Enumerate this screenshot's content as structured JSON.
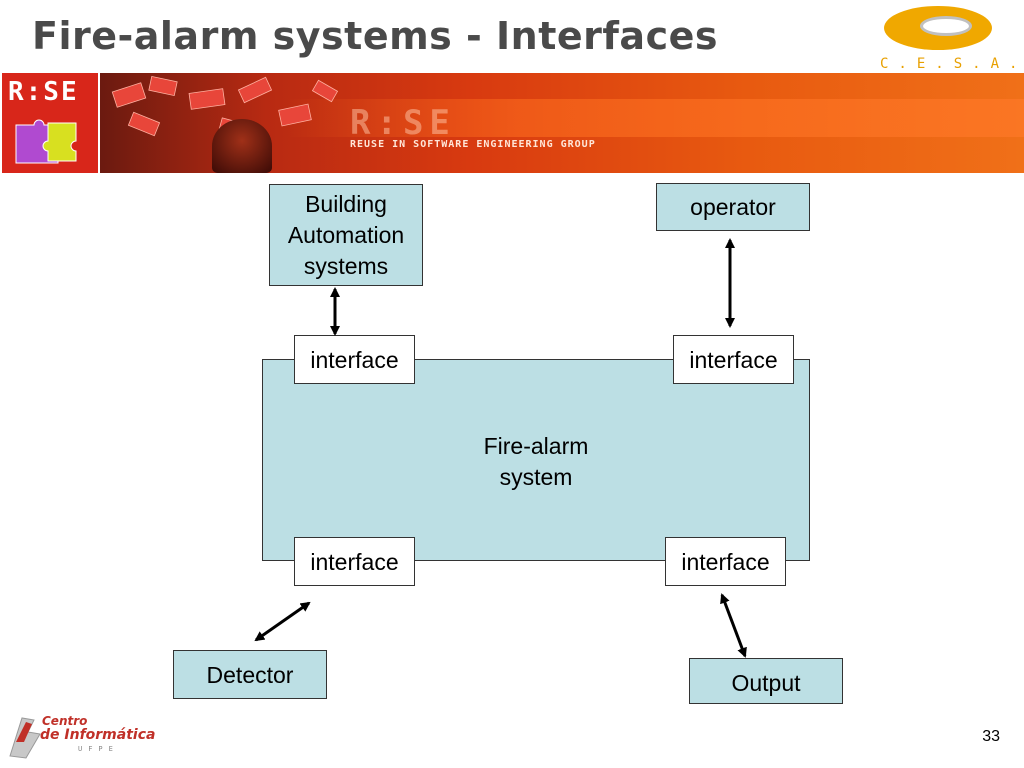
{
  "slide": {
    "title": "Fire-alarm systems - Interfaces",
    "page_number": "33"
  },
  "logos": {
    "cesar": "C.E.S.A.R",
    "rise": "R:SE",
    "rise_tagline": "REUSE IN SOFTWARE ENGINEERING GROUP",
    "centro_line1": "Centro",
    "centro_line2": "de Informática",
    "centro_line3": "UFPE"
  },
  "colors": {
    "box_fill": "#bcdfe4",
    "interface_fill": "#ffffff",
    "banner_red": "#d8261a",
    "cesar_orange": "#f0a800"
  },
  "diagram": {
    "nodes": {
      "building_automation": [
        "Building",
        "Automation",
        "systems"
      ],
      "operator": [
        "operator"
      ],
      "fire_alarm_system": [
        "Fire-alarm",
        "system"
      ],
      "interface_top_left": "interface",
      "interface_top_right": "interface",
      "interface_bottom_left": "interface",
      "interface_bottom_right": "interface",
      "detector": "Detector",
      "output": "Output"
    },
    "edges": [
      {
        "from": "building_automation",
        "to": "interface_top_left",
        "direction": "both"
      },
      {
        "from": "operator",
        "to": "interface_top_right",
        "direction": "both"
      },
      {
        "from": "interface_bottom_left",
        "to": "detector",
        "direction": "both"
      },
      {
        "from": "interface_bottom_right",
        "to": "output",
        "direction": "both"
      }
    ]
  }
}
